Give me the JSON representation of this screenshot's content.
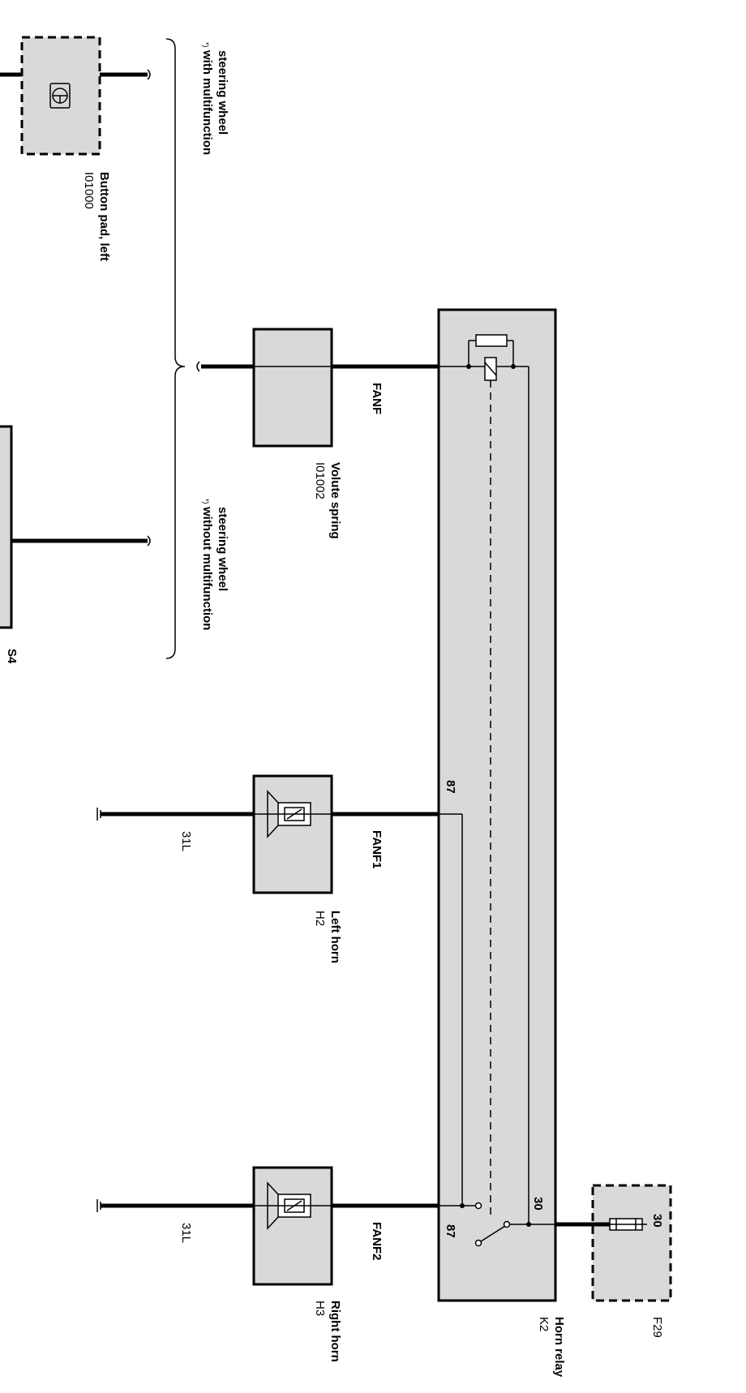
{
  "components": {
    "button_pad": {
      "code": "I01000",
      "name": "Button pad, left"
    },
    "volute_spring": {
      "code": "I01002",
      "name": "Volute spring"
    },
    "left_horn": {
      "code": "H2",
      "name": "Left horn"
    },
    "right_horn": {
      "code": "H3",
      "name": "Right horn"
    },
    "horn_relay": {
      "code": "K2",
      "name": "Horn relay"
    },
    "fuse": {
      "code": "F29"
    },
    "partial_switch": {
      "code": "S4"
    }
  },
  "variants": {
    "with_mfl": {
      "line1": "with multifunction",
      "line2": "steering wheel"
    },
    "without_mfl": {
      "line1": "without multifunction",
      "line2": "steering wheel"
    }
  },
  "wires": {
    "fanf": "FANF",
    "fanf1": "FANF1",
    "fanf2": "FANF2",
    "ground_left": "31L",
    "ground_right": "31L"
  },
  "pins": {
    "relay_87_left": "87",
    "relay_87_right": "87",
    "relay_30": "30",
    "fuse_30": "30"
  }
}
